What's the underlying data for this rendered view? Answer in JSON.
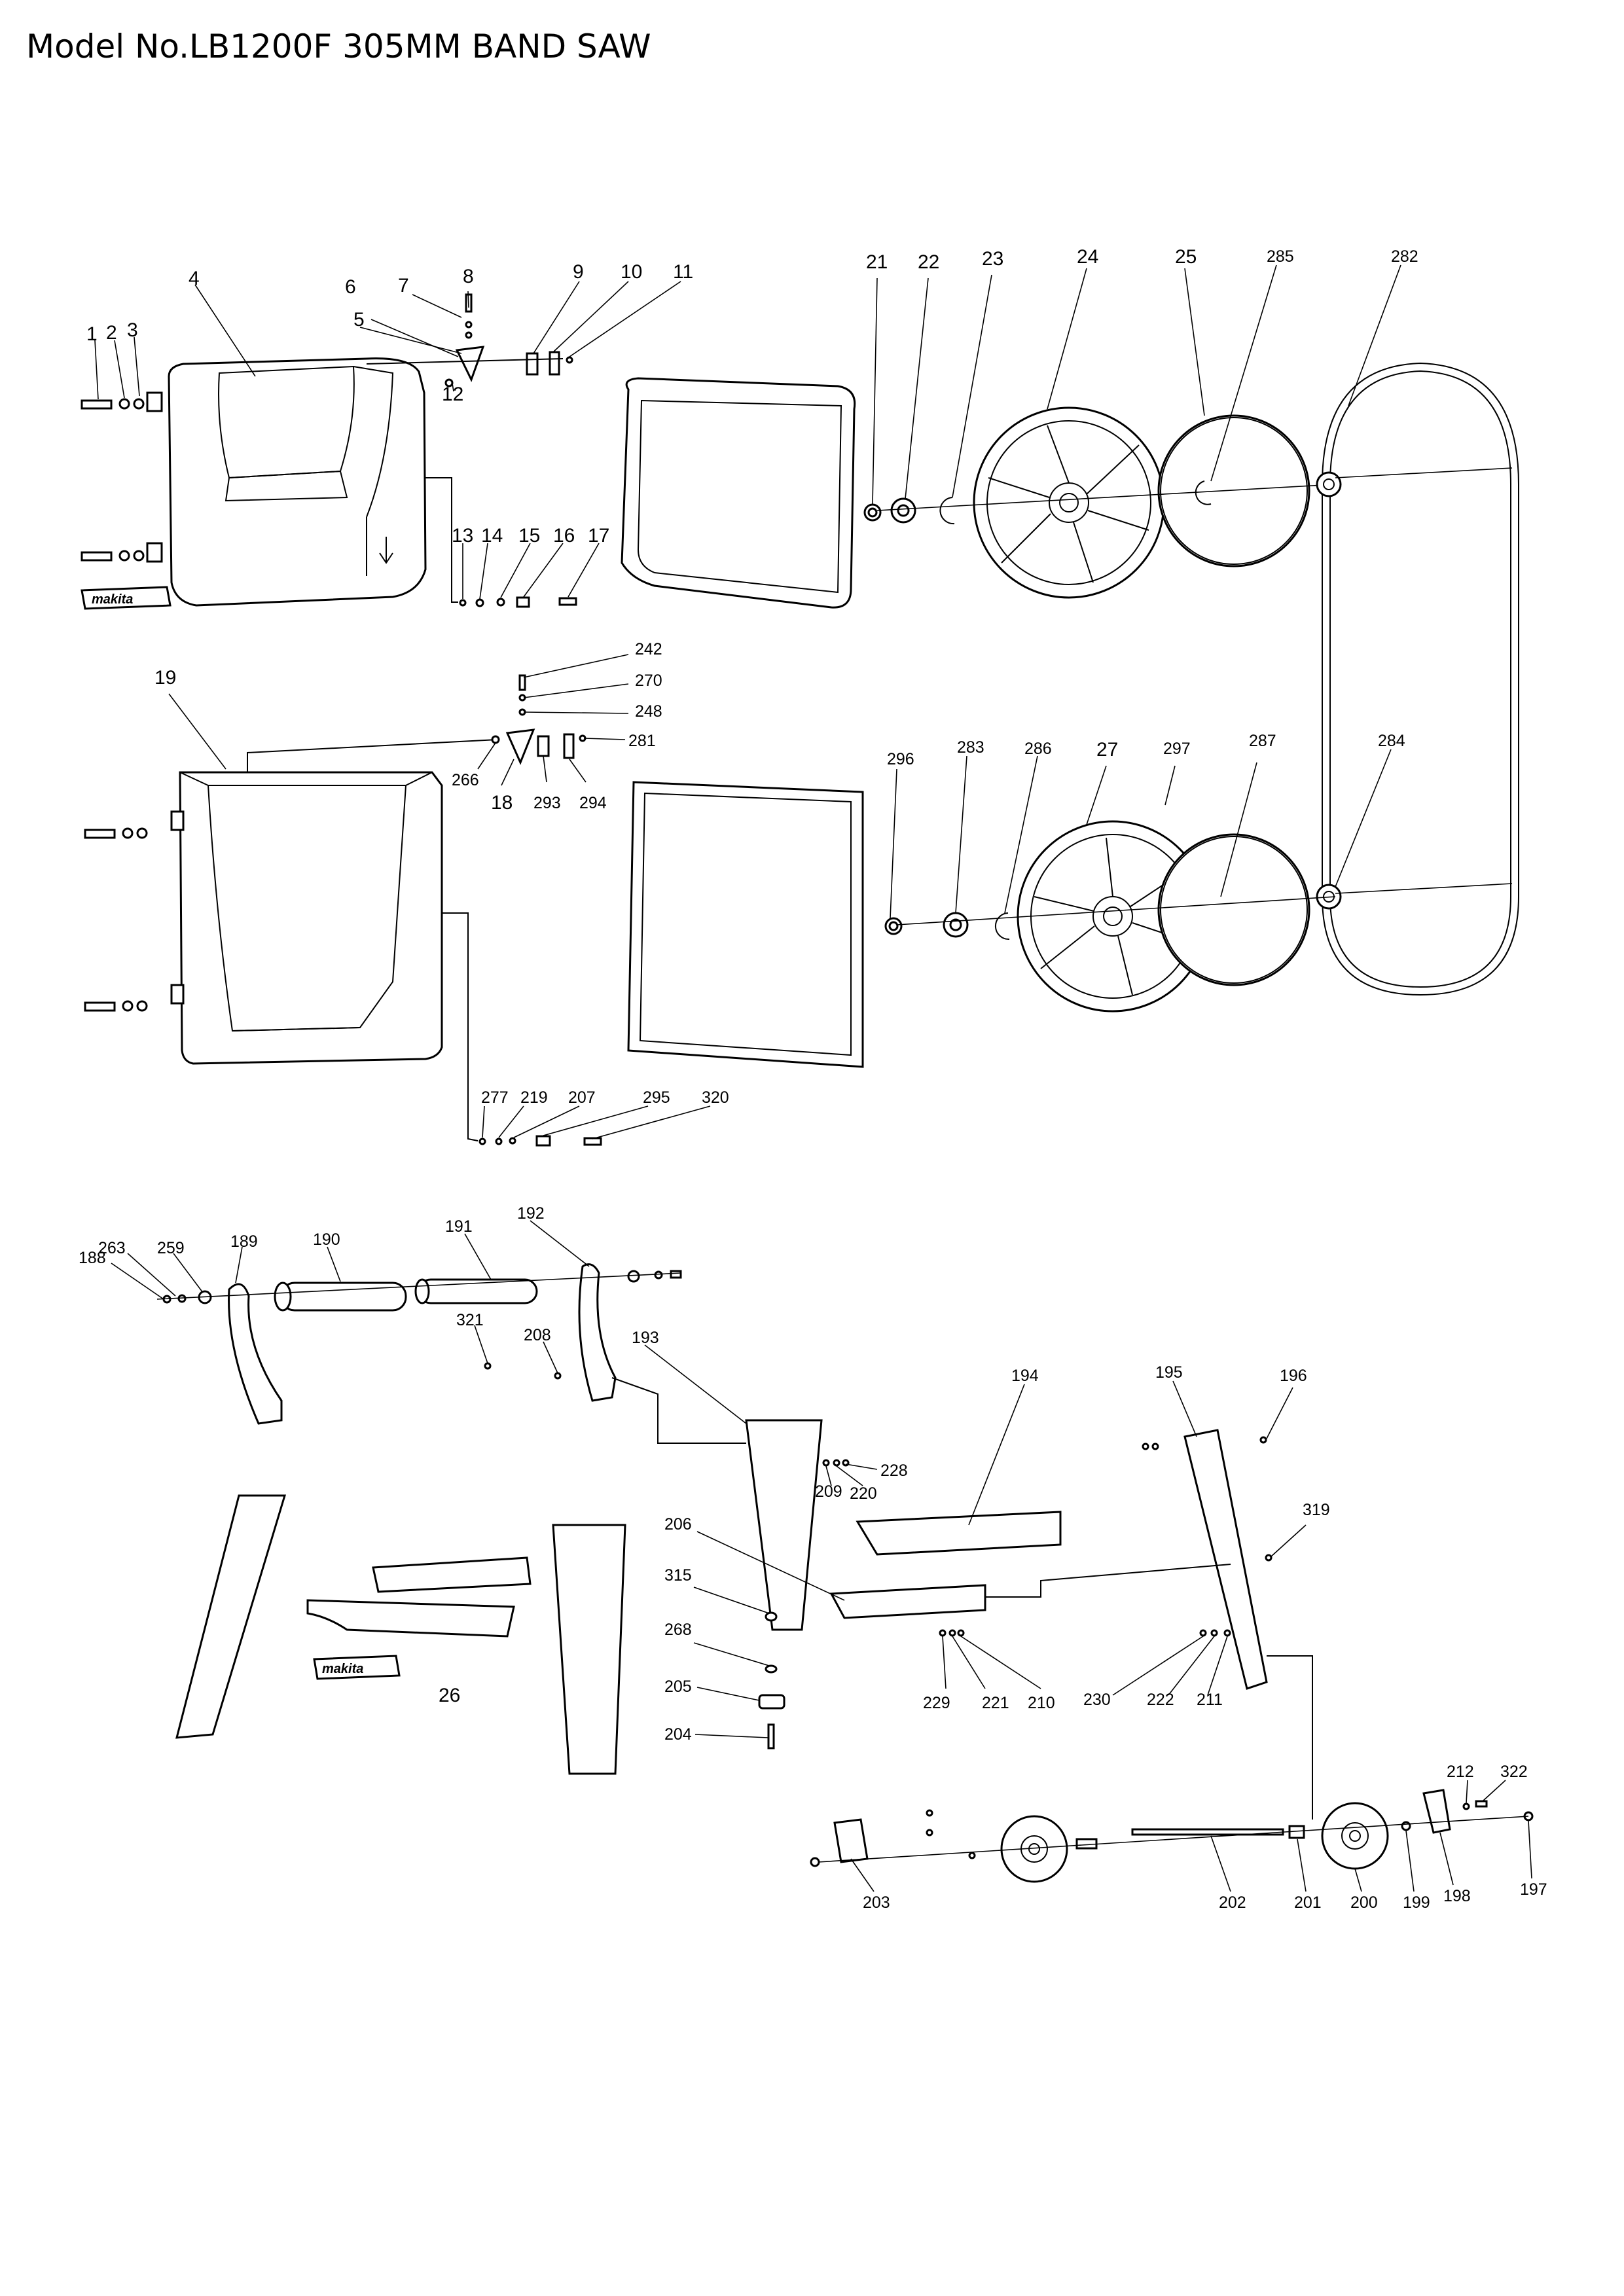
{
  "title": "Model No.LB1200F 305MM BAND SAW",
  "logo_text": "makita",
  "part_labels": {
    "p1": "1",
    "p2": "2",
    "p3": "3",
    "p4": "4",
    "p5": "5",
    "p6": "6",
    "p7": "7",
    "p8": "8",
    "p9": "9",
    "p10": "10",
    "p11": "11",
    "p12": "12",
    "p13": "13",
    "p14": "14",
    "p15": "15",
    "p16": "16",
    "p17": "17",
    "p18": "18",
    "p19": "19",
    "p21": "21",
    "p22": "22",
    "p23": "23",
    "p24": "24",
    "p25": "25",
    "p26": "26",
    "p27": "27",
    "p188": "188",
    "p189": "189",
    "p190": "190",
    "p191": "191",
    "p192": "192",
    "p193": "193",
    "p194": "194",
    "p195": "195",
    "p196": "196",
    "p197": "197",
    "p198": "198",
    "p199": "199",
    "p200": "200",
    "p201": "201",
    "p202": "202",
    "p203": "203",
    "p204": "204",
    "p205": "205",
    "p206": "206",
    "p207": "207",
    "p208": "208",
    "p209": "209",
    "p210": "210",
    "p211": "211",
    "p212": "212",
    "p219": "219",
    "p220": "220",
    "p221": "221",
    "p222": "222",
    "p228": "228",
    "p229": "229",
    "p230": "230",
    "p242": "242",
    "p248": "248",
    "p259": "259",
    "p263": "263",
    "p266": "266",
    "p268": "268",
    "p270": "270",
    "p277": "277",
    "p281": "281",
    "p282": "282",
    "p283": "283",
    "p284": "284",
    "p285": "285",
    "p286": "286",
    "p287": "287",
    "p293": "293",
    "p294": "294",
    "p295": "295",
    "p296": "296",
    "p297": "297",
    "p315": "315",
    "p319": "319",
    "p320": "320",
    "p321": "321",
    "p322": "322"
  }
}
